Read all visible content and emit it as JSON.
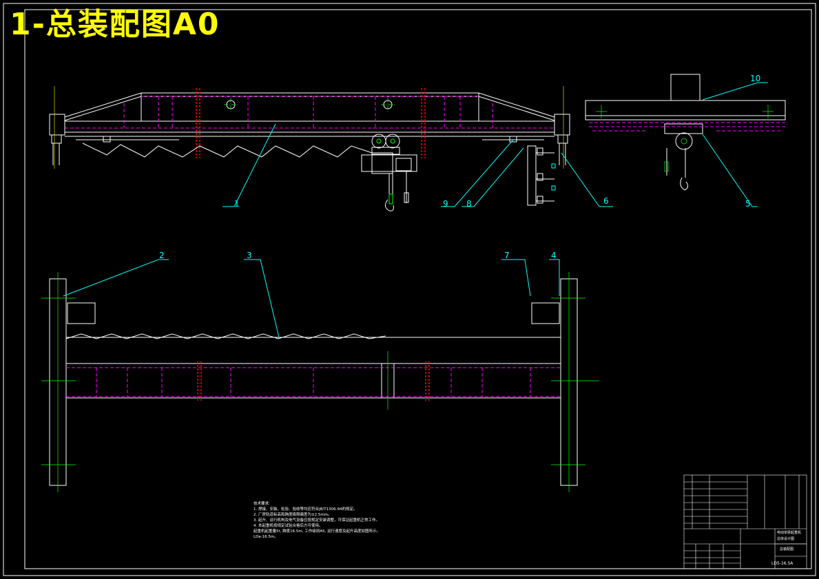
{
  "drawing": {
    "title": "1-总装配图A0",
    "colors": {
      "background": "#000000",
      "outline": "#ffffff",
      "hidden": "#ff00ff",
      "center": "#00ff00",
      "leader": "#00ffff",
      "section": "#ff0000",
      "title": "#ffff00"
    }
  },
  "balloons": {
    "b1": "1",
    "b2": "2",
    "b3": "3",
    "b4": "4",
    "b5": "5",
    "b6": "6",
    "b7": "7",
    "b8": "8",
    "b9": "9",
    "b10": "10"
  },
  "notes": {
    "heading": "技术要求:",
    "lines": [
      "1. 焊接、安装、检验、验收等均应符合JB/T1306-94的规定。",
      "2. 厂房轨道标高和跨度极限偏差为±2.5mm。",
      "3. 起升、运行机构及电气设备应按规定安装调整，可保证起重机正常工作。",
      "4. 本起重机按规定试验合格后方可使用。",
      "   起重机起重量5t, 跨度16.5m, 工作级别A5, 运行速度及起升高度如图所示。",
      "LDa-16.5m。"
    ]
  },
  "title_block": {
    "drawing_no": "LD5-16.5A",
    "company_line1": "电动单梁起重机",
    "company_line2": "总体设计图",
    "part_name": "总装配图"
  }
}
